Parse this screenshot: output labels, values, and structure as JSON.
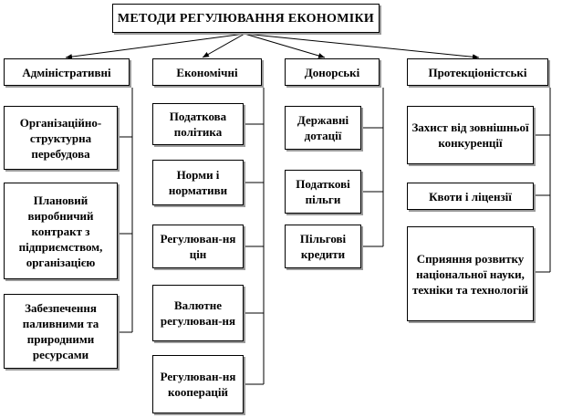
{
  "title": "МЕТОДИ РЕГУЛЮВАННЯ ЕКОНОМІКИ",
  "columns": [
    {
      "id": "admin",
      "header": "Адміністративні",
      "items": [
        "Організаційно-структурна перебудова",
        "Плановий виробничий контракт з підприємством, організацією",
        "Забезпечення паливними та природними ресурсами"
      ]
    },
    {
      "id": "econ",
      "header": "Економічні",
      "items": [
        "Податкова політика",
        "Норми і нормативи",
        "Регулюван-ня цін",
        "Валютне регулюван-ня",
        "Регулюван-ня кооперацій"
      ]
    },
    {
      "id": "donor",
      "header": "Донорські",
      "items": [
        "Державні дотації",
        "Податкові пільги",
        "Пільгові кредити"
      ]
    },
    {
      "id": "protect",
      "header": "Протекціоністські",
      "items": [
        "Захист від зовнішньої конкуренції",
        "Квоти і ліцензії",
        "Сприяння розвитку національної науки, техніки та технологій"
      ]
    }
  ]
}
